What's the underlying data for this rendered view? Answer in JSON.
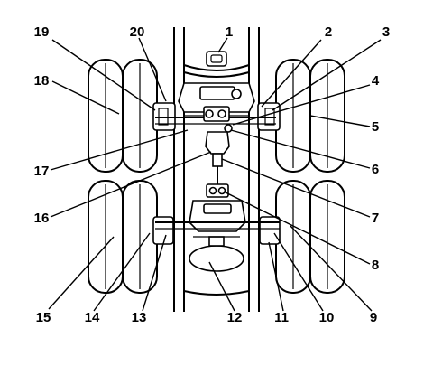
{
  "figure": {
    "colors": {
      "ink": "#000000",
      "background": "#ffffff"
    }
  },
  "callouts": [
    {
      "id": "1",
      "label": "1"
    },
    {
      "id": "2",
      "label": "2"
    },
    {
      "id": "3",
      "label": "3"
    },
    {
      "id": "4",
      "label": "4"
    },
    {
      "id": "5",
      "label": "5"
    },
    {
      "id": "6",
      "label": "6"
    },
    {
      "id": "7",
      "label": "7"
    },
    {
      "id": "8",
      "label": "8"
    },
    {
      "id": "9",
      "label": "9"
    },
    {
      "id": "10",
      "label": "10"
    },
    {
      "id": "11",
      "label": "11"
    },
    {
      "id": "12",
      "label": "12"
    },
    {
      "id": "13",
      "label": "13"
    },
    {
      "id": "14",
      "label": "14"
    },
    {
      "id": "15",
      "label": "15"
    },
    {
      "id": "16",
      "label": "16"
    },
    {
      "id": "17",
      "label": "17"
    },
    {
      "id": "18",
      "label": "18"
    },
    {
      "id": "19",
      "label": "19"
    },
    {
      "id": "20",
      "label": "20"
    }
  ]
}
